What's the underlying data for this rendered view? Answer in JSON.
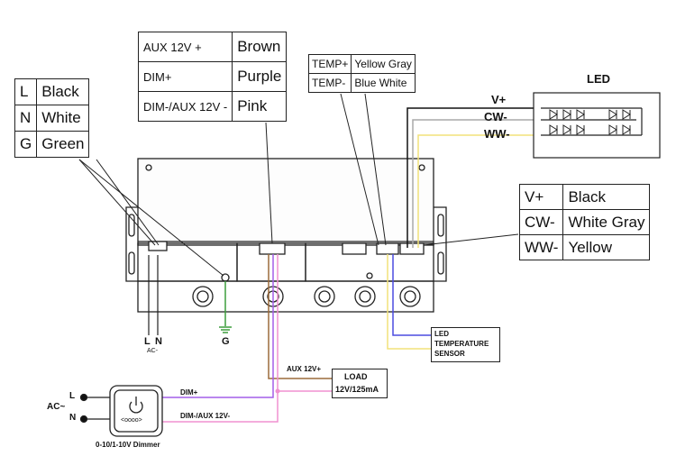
{
  "colors": {
    "brown": "#9b6b3b",
    "purple": "#a45ee8",
    "pink": "#f090d0",
    "yellow": "#f2e27a",
    "blue": "#4b4be0",
    "black": "#111111",
    "gray": "#a9a9a9",
    "green": "#3c9e3c"
  },
  "lng_table": [
    {
      "pin": "L",
      "color": "Black"
    },
    {
      "pin": "N",
      "color": "White"
    },
    {
      "pin": "G",
      "color": "Green"
    }
  ],
  "wire_table": [
    {
      "signal": "AUX 12V +",
      "color": "Brown"
    },
    {
      "signal": "DIM+",
      "color": "Purple"
    },
    {
      "signal": "DIM-/AUX 12V -",
      "color": "Pink"
    }
  ],
  "temp_table": [
    {
      "signal": "TEMP+",
      "color": "Yellow Gray"
    },
    {
      "signal": "TEMP-",
      "color": "Blue White"
    }
  ],
  "led_table": [
    {
      "signal": "V+",
      "color": "Black"
    },
    {
      "signal": "CW-",
      "color": "White Gray"
    },
    {
      "signal": "WW-",
      "color": "Yellow"
    }
  ],
  "led_panel": {
    "title": "LED",
    "vplus": "V+",
    "cw": "CW-",
    "ww": "WW-"
  },
  "labels": {
    "l": "L",
    "n": "N",
    "ac": "AC-",
    "g": "G",
    "aux12": "AUX 12V+",
    "load_line1": "LOAD",
    "load_line2": "12V/125mA",
    "sensor_line1": "LED",
    "sensor_line2": "TEMPERATURE",
    "sensor_line3": "SENSOR",
    "dim_plus": "DIM+",
    "dim_minus": "DIM-/AUX 12V-",
    "ac_in_l": "L",
    "ac_in_n": "N",
    "ac_in": "AC~",
    "dimmer_name": "0-10/1-10V Dimmer",
    "dimmer_dots": "<oooo>"
  }
}
